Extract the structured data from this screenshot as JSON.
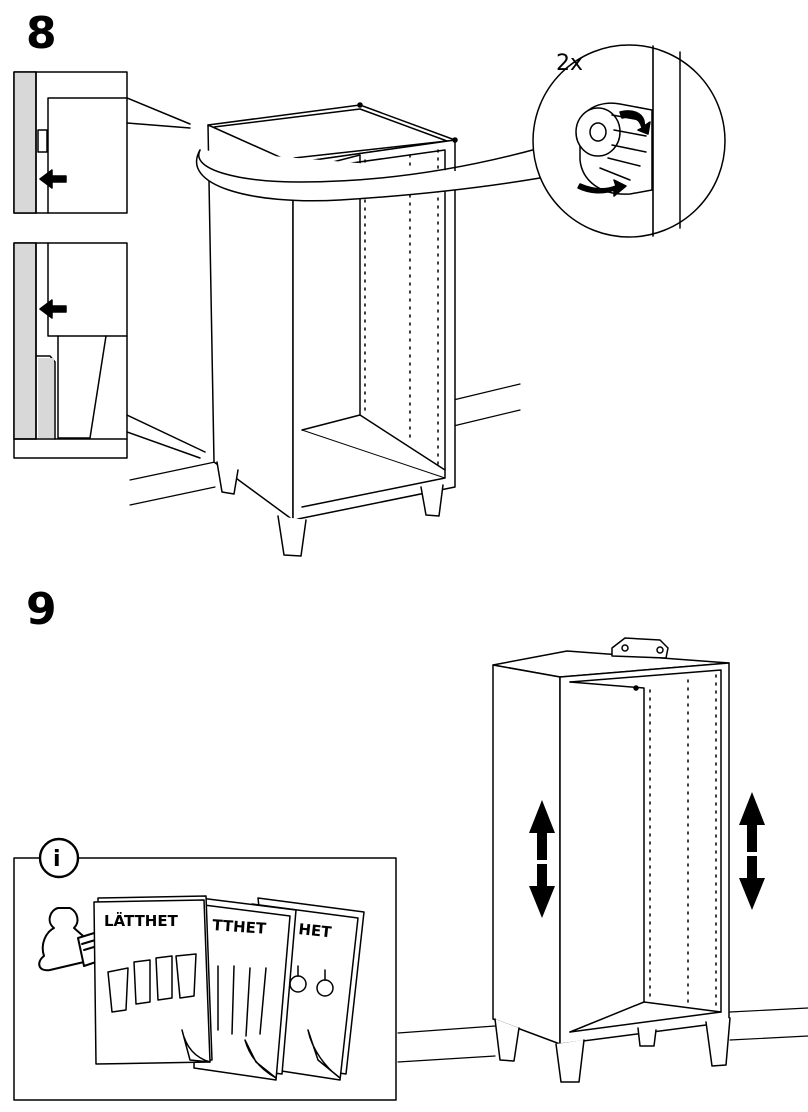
{
  "steps": [
    {
      "number": "8",
      "quantity_callout": "2x"
    },
    {
      "number": "9",
      "info_badge": "i"
    }
  ],
  "booklets": [
    {
      "title": "LÄTTHET"
    },
    {
      "title": "TTHET"
    },
    {
      "title": "HET"
    }
  ],
  "colors": {
    "line": "#000000",
    "panel": "#d8d8d8",
    "paper": "#ffffff"
  }
}
